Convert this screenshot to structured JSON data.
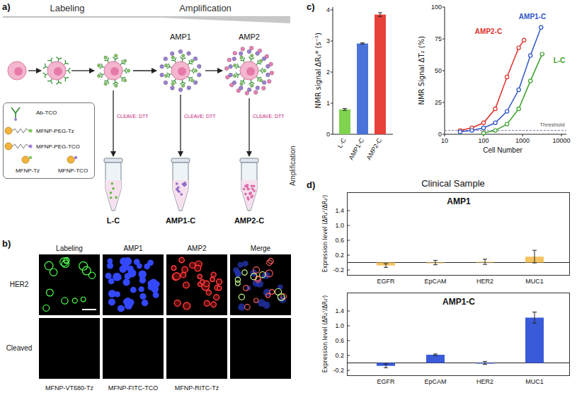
{
  "diagram": {
    "nodes": [
      {
        "text": [
          "Ab-TCO",
          "MFNP-PEG-Tz",
          "MFNP-PEG-TCO",
          "MFNP-Tz",
          "MFNP-TCO"
        ]
      },
      {
        "text": [
          "AMP1"
        ]
      },
      {
        "text": [
          "AMP1-C"
        ]
      }
    ],
    "labels": [
      "a)",
      "Labeling",
      "Amplification",
      "AMP1",
      "AMP2",
      "CLEAVE: DTT",
      "CLEAVE: DTT",
      "CLEAVE: DTT",
      "L-C",
      "AMP1-C",
      "AMP2-C",
      "Amplification",
      "b)",
      "Labeling",
      "AMP1",
      "AMP2",
      "Merge",
      "HER2",
      "Cleaved",
      "MFNP-VT680-Tz",
      "MFNP-FITC-TCO",
      "MFNP-RITC-Tz",
      "c)",
      "NMR signal ΔR₂* (s⁻¹)",
      "0",
      "1",
      "2",
      "3",
      "4",
      "L-C",
      "AMP1-C",
      "AMP2-C",
      "NMR Signal ΔT₂ (%)",
      "0",
      "25",
      "50",
      "75",
      "100",
      "10",
      "100",
      "1000",
      "10000",
      "Cell Number",
      "AMP1-C",
      "AMP2-C",
      "L-C",
      "Threshold",
      "d)",
      "Clinical Sample",
      "Expression level (ΔR₂ᵀ/ΔR₂ᴵ)",
      "1.4",
      "1.0",
      "0.6",
      "0.2",
      "-0.2",
      "EGFR",
      "EpCAM",
      "HER2",
      "MUC1",
      "Expression level (ΔR₂ᵀ/ΔR₂ᴵ)",
      "1.4",
      "1.0",
      "0.6",
      "0.2",
      "-0.2",
      "EGFR",
      "EpCAM",
      "HER2",
      "MUC1"
    ]
  }
}
